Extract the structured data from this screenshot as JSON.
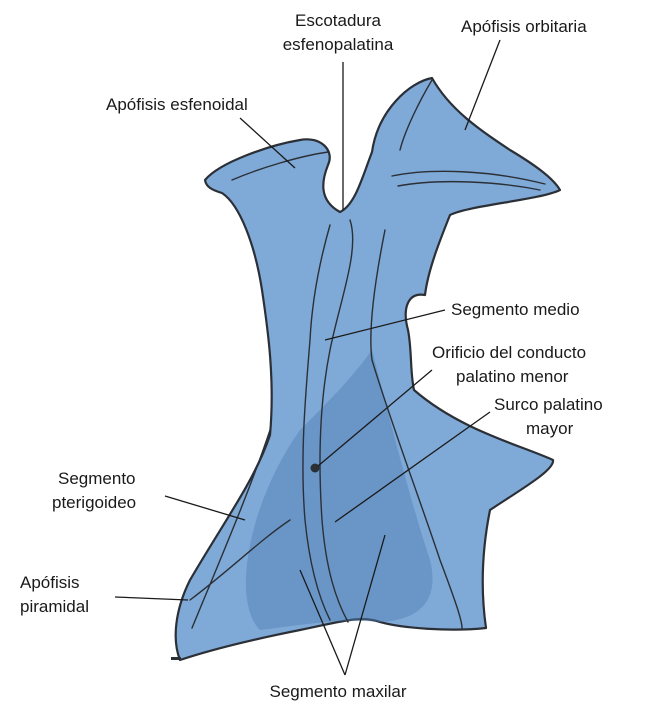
{
  "labels": {
    "escotadura_1": "Escotadura",
    "escotadura_2": "esfenopalatina",
    "apofisis_orbitaria": "Apófisis orbitaria",
    "apofisis_esfenoidal": "Apófisis esfenoidal",
    "segmento_medio": "Segmento medio",
    "orificio_1": "Orificio del conducto",
    "orificio_2": "palatino menor",
    "surco_1": "Surco palatino",
    "surco_2": "mayor",
    "pterigoideo_1": "Segmento",
    "pterigoideo_2": "pterigoideo",
    "piramidal_1": "Apófisis",
    "piramidal_2": "piramidal",
    "segmento_maxilar": "Segmento maxilar"
  },
  "colors": {
    "bone_fill": "#7fa9d6",
    "bone_shade": "#4f7fb5",
    "outline": "#2b2f36",
    "text": "#1a1a1a"
  }
}
